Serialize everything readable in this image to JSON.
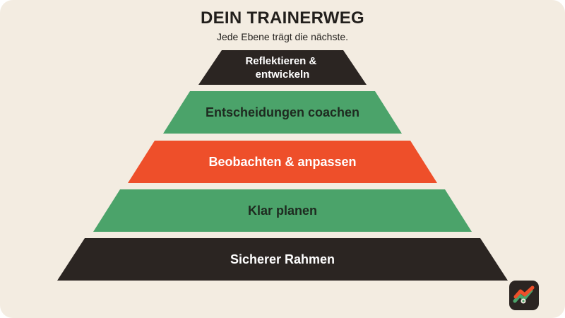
{
  "header": {
    "title": "DEIN TRAINERWEG",
    "subtitle": "Jede Ebene trägt die nächste."
  },
  "pyramid": {
    "levels": [
      {
        "label_lines": [
          "Reflektieren &",
          "entwickeln"
        ],
        "color": "#2b2522",
        "text_color": "#ffffff"
      },
      {
        "label_lines": [
          "Entscheidungen coachen"
        ],
        "color": "#4ba36a",
        "text_color": "#1e2a20"
      },
      {
        "label_lines": [
          "Beobachten & anpassen"
        ],
        "color": "#ee4f2a",
        "text_color": "#ffffff"
      },
      {
        "label_lines": [
          "Klar planen"
        ],
        "color": "#4ba36a",
        "text_color": "#1e2a20"
      },
      {
        "label_lines": [
          "Sicherer Rahmen"
        ],
        "color": "#2b2522",
        "text_color": "#ffffff"
      }
    ]
  },
  "logo": {
    "icon": "trend-chart-logo-icon"
  },
  "colors": {
    "background": "#f3ece1",
    "dark": "#2b2522",
    "green": "#4ba36a",
    "orange": "#ee4f2a"
  }
}
